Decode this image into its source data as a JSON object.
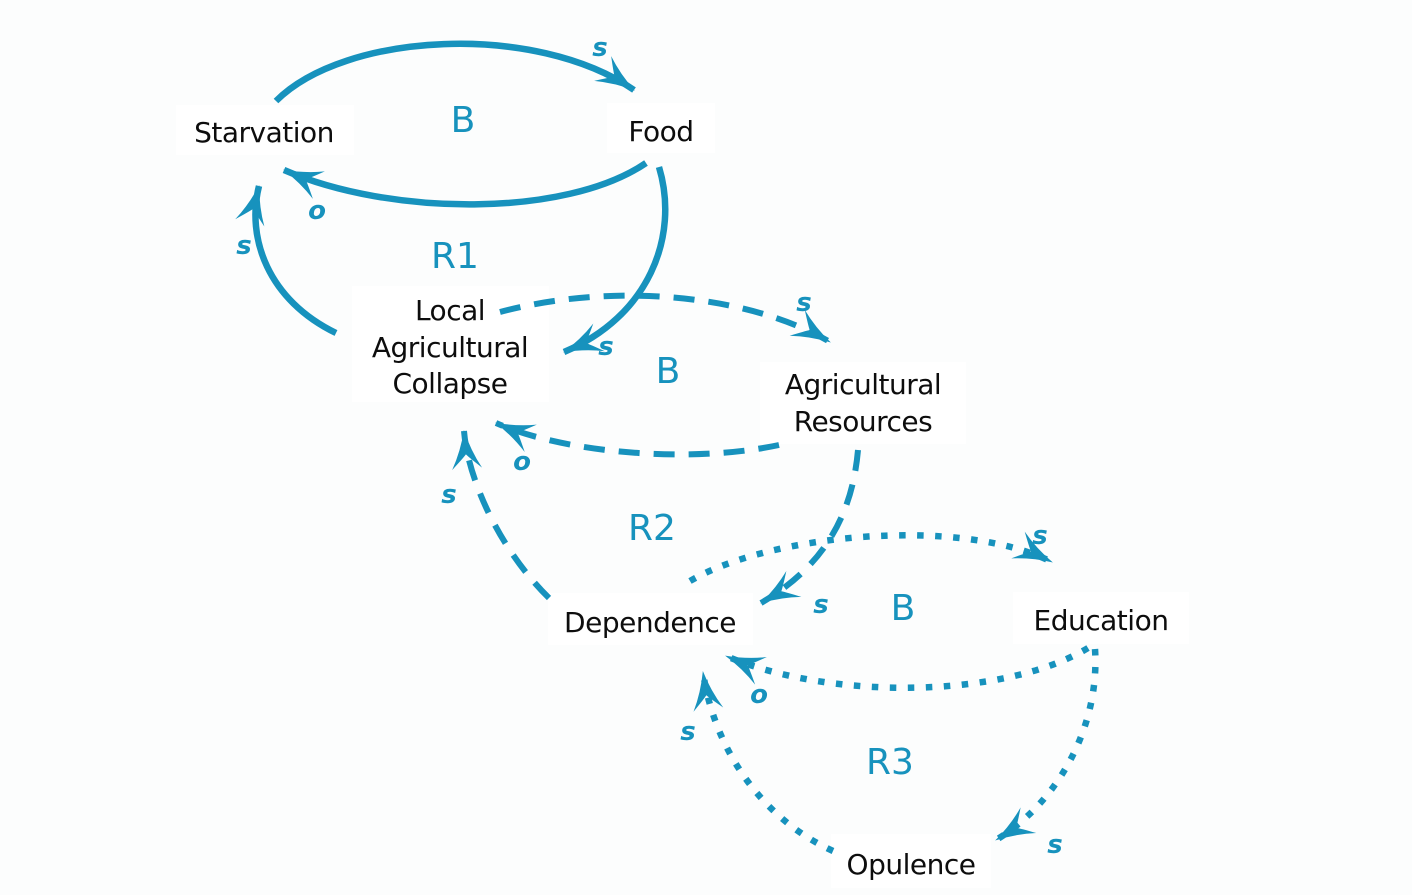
{
  "colors": {
    "accent": "#1792bd",
    "node_text": "#0d0d0d",
    "background": "#fcfdfd",
    "node_box": "#ffffff"
  },
  "nodes": {
    "starvation": {
      "label": "Starvation"
    },
    "food": {
      "label": "Food"
    },
    "local_agricultural_collapse": {
      "lines": [
        "Local",
        "Agricultural",
        "Collapse"
      ]
    },
    "agricultural_resources": {
      "lines": [
        "Agricultural",
        "Resources"
      ]
    },
    "dependence": {
      "label": "Dependence"
    },
    "education": {
      "label": "Education"
    },
    "opulence": {
      "label": "Opulence"
    }
  },
  "loops": {
    "b1": {
      "label": "B"
    },
    "r1": {
      "label": "R1"
    },
    "b2": {
      "label": "B"
    },
    "r2": {
      "label": "R2"
    },
    "b3": {
      "label": "B"
    },
    "r3": {
      "label": "R3"
    }
  },
  "links": {
    "starvation_to_food": {
      "polarity": "s",
      "style": "solid"
    },
    "food_to_starvation": {
      "polarity": "o",
      "style": "solid"
    },
    "food_to_collapse": {
      "polarity": "s",
      "style": "solid"
    },
    "collapse_to_starvation": {
      "polarity": "s",
      "style": "solid"
    },
    "collapse_to_resources": {
      "polarity": "s",
      "style": "dashed"
    },
    "resources_to_collapse": {
      "polarity": "o",
      "style": "dashed"
    },
    "resources_to_dependence": {
      "polarity": "s",
      "style": "dashed"
    },
    "dependence_to_collapse": {
      "polarity": "s",
      "style": "dashed"
    },
    "dependence_to_education": {
      "polarity": "s",
      "style": "dotted"
    },
    "education_to_dependence": {
      "polarity": "o",
      "style": "dotted"
    },
    "education_to_opulence": {
      "polarity": "s",
      "style": "dotted"
    },
    "opulence_to_dependence": {
      "polarity": "s",
      "style": "dotted"
    }
  }
}
